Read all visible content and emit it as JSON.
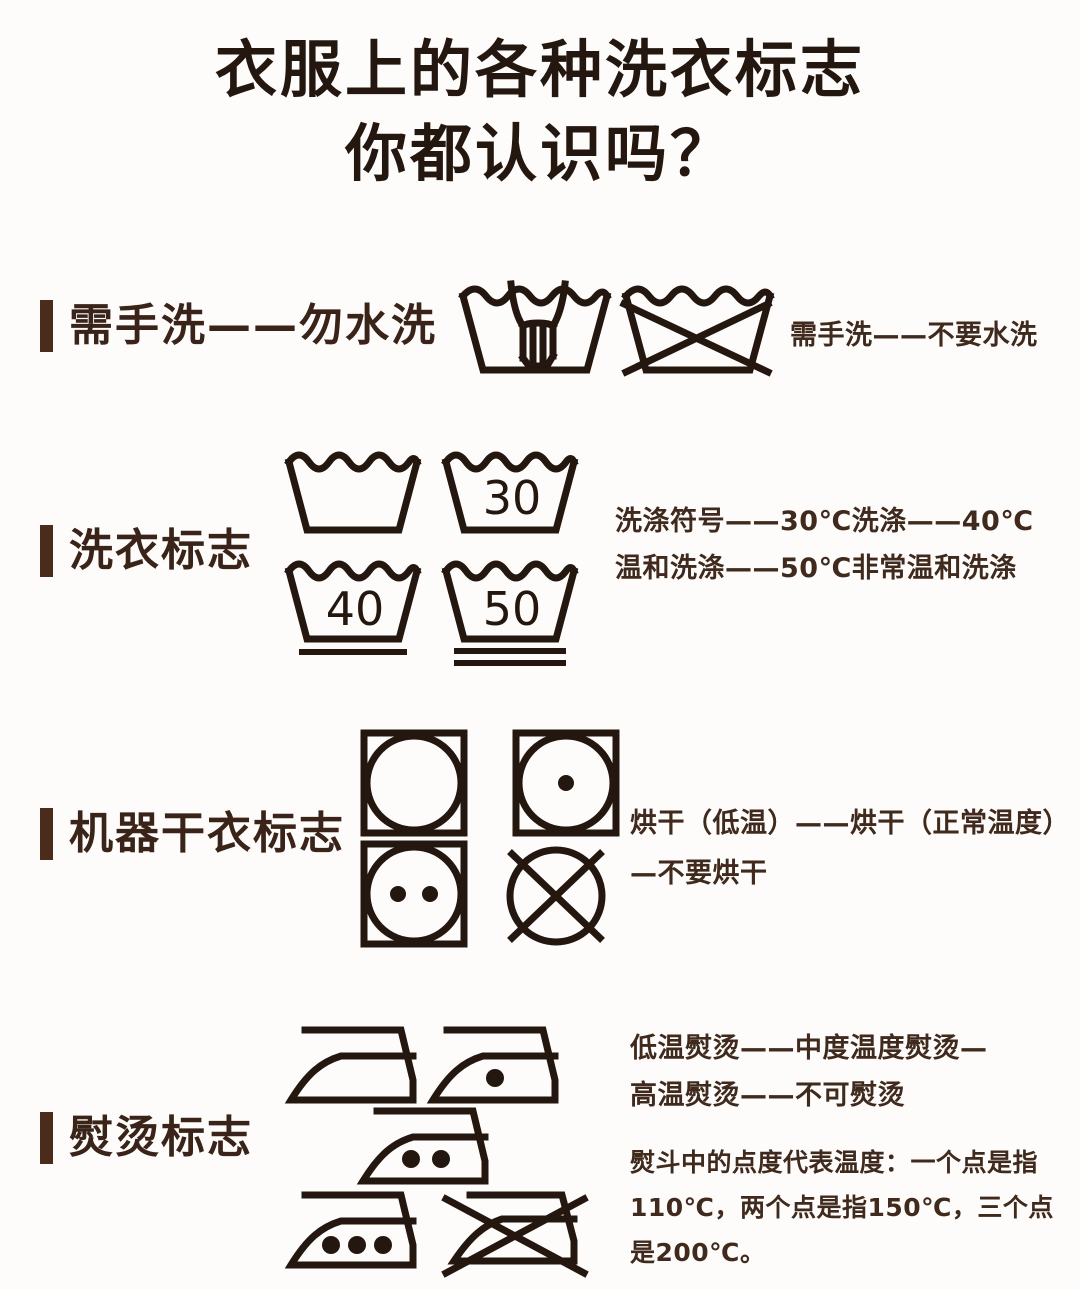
{
  "page": {
    "title_line1": "衣服上的各种洗衣标志",
    "title_line2": "你都认识吗？",
    "bg_color": "#fdfcfa",
    "ink_color": "#241710",
    "accent_color": "#4a2b1c",
    "text_color": "#3a2318"
  },
  "sections": [
    {
      "id": "handwash",
      "label": "需手洗——勿水洗",
      "caption": "需手洗——不要水洗",
      "symbols": [
        {
          "name": "hand-wash-tub",
          "type": "tub",
          "hand": true,
          "label": ""
        },
        {
          "name": "do-not-wash-tub",
          "type": "tub",
          "crossed": true,
          "label": ""
        }
      ]
    },
    {
      "id": "washing",
      "label": "洗衣标志",
      "caption_line1": "洗涤符号——30℃洗涤——40℃",
      "caption_line2": "温和洗涤——50℃非常温和洗涤",
      "symbols": [
        {
          "name": "wash-tub-plain",
          "type": "tub",
          "label": "",
          "bars": 0
        },
        {
          "name": "wash-tub-30",
          "type": "tub",
          "label": "30",
          "bars": 0
        },
        {
          "name": "wash-tub-40",
          "type": "tub",
          "label": "40",
          "bars": 1
        },
        {
          "name": "wash-tub-50",
          "type": "tub",
          "label": "50",
          "bars": 2
        }
      ]
    },
    {
      "id": "tumble-dry",
      "label": "机器干衣标志",
      "caption_line1": "烘干（低温）——烘干（正常温度）",
      "caption_line2": "—不要烘干",
      "symbols": [
        {
          "name": "tumble-dry-plain",
          "type": "square-circle",
          "dots": 0
        },
        {
          "name": "tumble-dry-low",
          "type": "square-circle",
          "dots": 1
        },
        {
          "name": "tumble-dry-normal",
          "type": "square-circle",
          "dots": 2
        },
        {
          "name": "do-not-tumble-dry",
          "type": "circle-crossed",
          "dots": 0
        }
      ]
    },
    {
      "id": "ironing",
      "label": "熨烫标志",
      "caption_line1": "低温熨烫——中度温度熨烫—",
      "caption_line2": "高温熨烫——不可熨烫",
      "note": "熨斗中的点度代表温度：一个点是指110℃，两个点是指150℃，三个点是200℃。",
      "symbols": [
        {
          "name": "iron-plain",
          "type": "iron",
          "dots": 0
        },
        {
          "name": "iron-one-dot",
          "type": "iron",
          "dots": 1
        },
        {
          "name": "iron-two-dots",
          "type": "iron",
          "dots": 2
        },
        {
          "name": "iron-three-dots",
          "type": "iron",
          "dots": 3
        },
        {
          "name": "do-not-iron",
          "type": "iron",
          "dots": 0,
          "crossed": true
        }
      ]
    }
  ]
}
